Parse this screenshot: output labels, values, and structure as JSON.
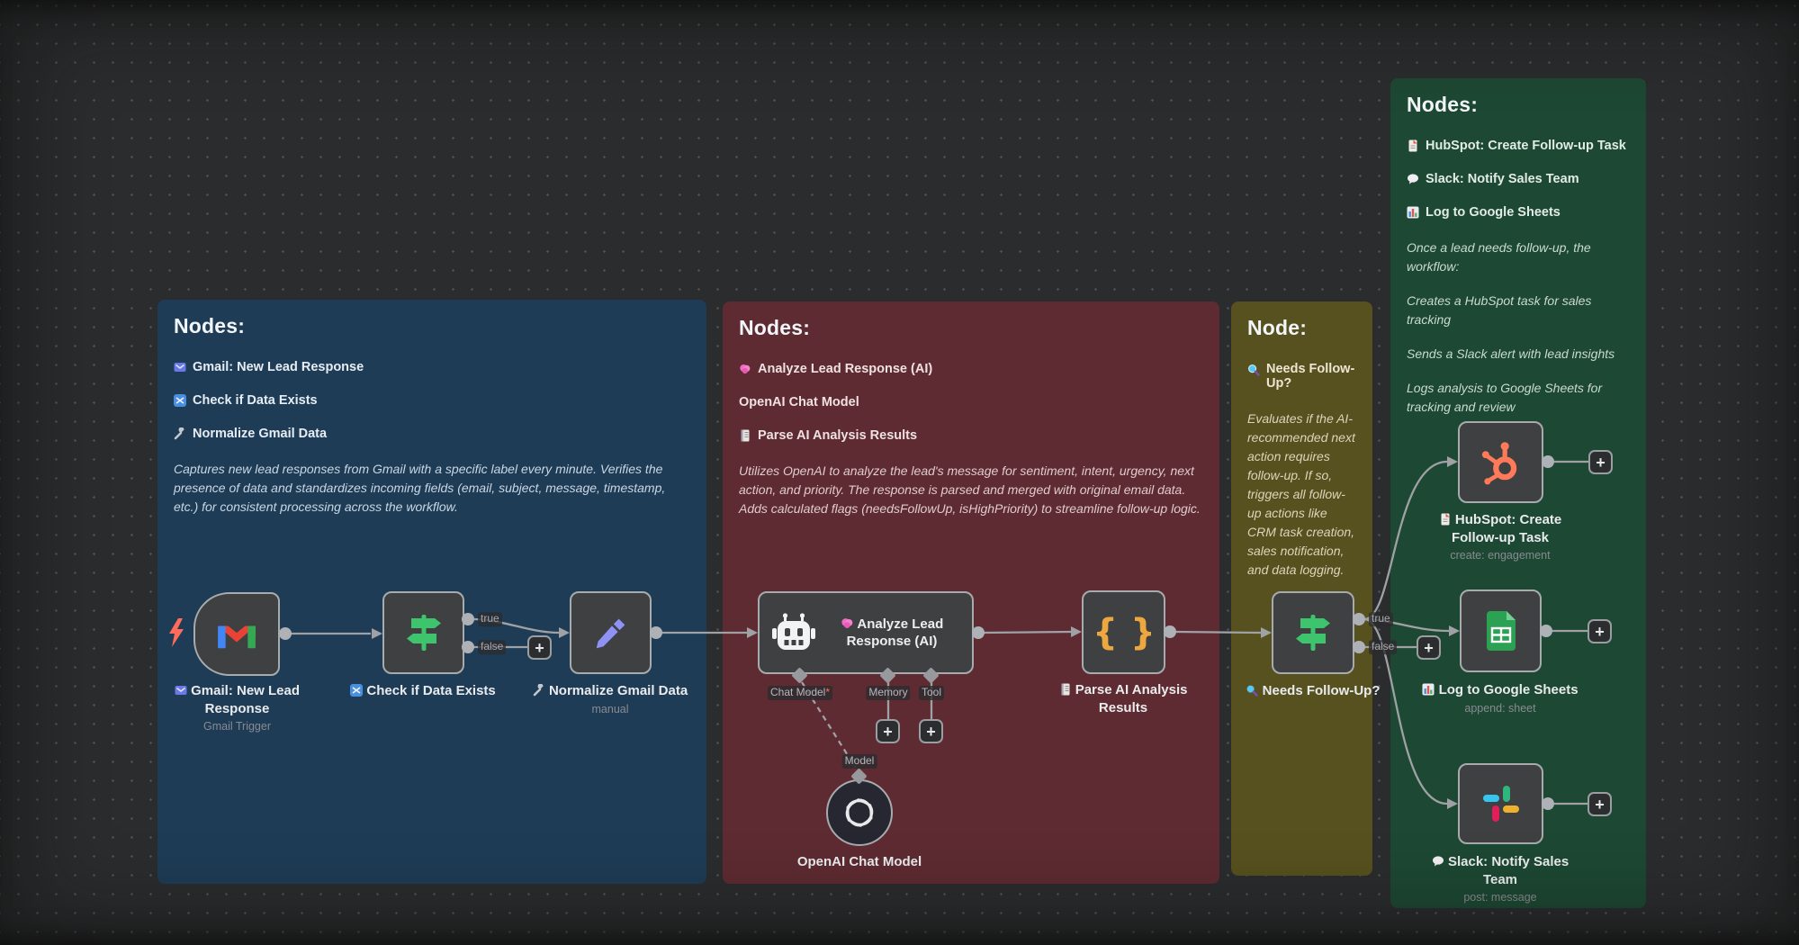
{
  "panels": {
    "blue": {
      "title": "Nodes:",
      "items": [
        {
          "icon": "gmail-envelope-icon",
          "label": "Gmail: New Lead Response"
        },
        {
          "icon": "shuffle-icon",
          "label": "Check if Data Exists"
        },
        {
          "icon": "wrench-icon",
          "label": "Normalize Gmail Data"
        }
      ],
      "description": "Captures new lead responses from Gmail with a specific label every minute. Verifies the presence of data and standardizes incoming fields (email, subject, message, timestamp, etc.) for consistent processing across the workflow."
    },
    "red": {
      "title": "Nodes:",
      "items": [
        {
          "icon": "brain-icon",
          "label": "Analyze Lead Response (AI)"
        },
        {
          "icon": "none",
          "label": "OpenAI Chat Model"
        },
        {
          "icon": "notebook-icon",
          "label": "Parse AI Analysis Results"
        }
      ],
      "description": "Utilizes OpenAI to analyze the lead's message for sentiment, intent, urgency, next action, and priority. The response is parsed and merged with original email data. Adds calculated flags (needsFollowUp, isHighPriority) to streamline follow-up logic."
    },
    "olive": {
      "title": "Node:",
      "items": [
        {
          "icon": "magnifier-icon",
          "label": "Needs Follow-Up?"
        }
      ],
      "description": "Evaluates if the AI-recommended next action requires follow-up. If so, triggers all follow-up actions like CRM task creation, sales notification, and data logging."
    },
    "green": {
      "title": "Nodes:",
      "items": [
        {
          "icon": "document-icon",
          "label": "HubSpot: Create Follow-up Task"
        },
        {
          "icon": "speech-bubble-icon",
          "label": "Slack: Notify Sales Team"
        },
        {
          "icon": "bar-chart-icon",
          "label": "Log to Google Sheets"
        }
      ],
      "paragraphs": [
        "Once a lead needs follow-up, the workflow:",
        "Creates a HubSpot task for sales tracking",
        "Sends a Slack alert with lead insights",
        "Logs analysis to Google Sheets for tracking and review"
      ]
    }
  },
  "nodes": {
    "gmail": {
      "label": "Gmail: New Lead Response",
      "subtitle": "Gmail Trigger"
    },
    "check": {
      "label": "Check if Data Exists"
    },
    "normalize": {
      "label": "Normalize Gmail Data",
      "subtitle": "manual"
    },
    "ai": {
      "label": "Analyze Lead Response (AI)"
    },
    "parse": {
      "label": "Parse AI Analysis Results"
    },
    "needs": {
      "label": "Needs Follow-Up?"
    },
    "hubspot": {
      "label": "HubSpot: Create Follow-up Task",
      "subtitle": "create: engagement"
    },
    "sheets": {
      "label": "Log to Google Sheets",
      "subtitle": "append: sheet"
    },
    "slack": {
      "label": "Slack: Notify Sales Team",
      "subtitle": "post: message"
    },
    "openai": {
      "label": "OpenAI Chat Model"
    }
  },
  "ports": {
    "true_label": "true",
    "false_label": "false",
    "chat_model": "Chat Model",
    "required_mark": "*",
    "memory": "Memory",
    "tool": "Tool",
    "model": "Model",
    "add": "+"
  }
}
